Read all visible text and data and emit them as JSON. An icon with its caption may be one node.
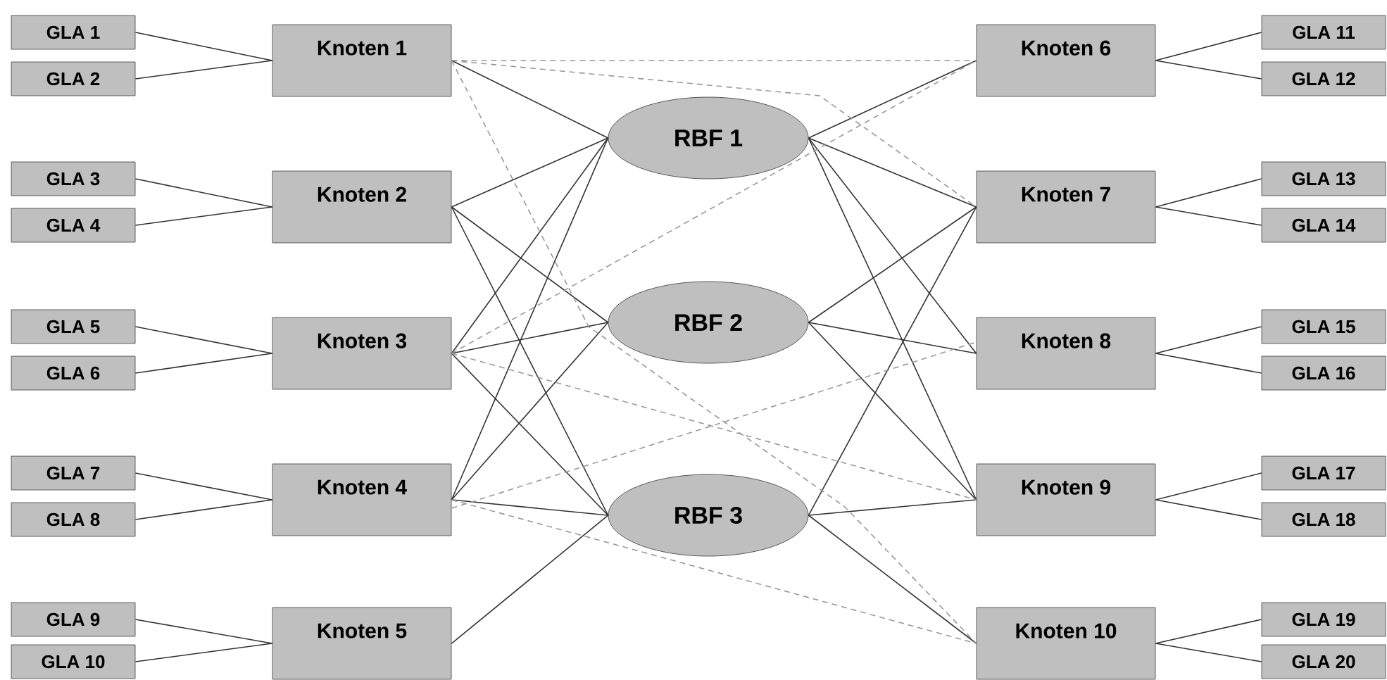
{
  "diagram": {
    "nodes": [
      {
        "text": [
          "GLA 1"
        ]
      },
      {
        "text": [
          "GLA 2"
        ]
      },
      {
        "text": [
          "GLA 3"
        ]
      },
      {
        "text": [
          "GLA 4"
        ]
      },
      {
        "text": [
          "GLA 5"
        ]
      },
      {
        "text": [
          "GLA 6"
        ]
      },
      {
        "text": [
          "GLA 7"
        ]
      },
      {
        "text": [
          "GLA 8"
        ]
      },
      {
        "text": [
          "GLA 9"
        ]
      },
      {
        "text": [
          "GLA 10"
        ]
      },
      {
        "text": [
          "Knoten 1"
        ]
      },
      {
        "text": [
          "Knoten 2"
        ]
      },
      {
        "text": [
          "Knoten 3"
        ]
      },
      {
        "text": [
          "Knoten 4"
        ]
      },
      {
        "text": [
          "Knoten 5"
        ]
      },
      {
        "text": [
          "RBF 1"
        ]
      },
      {
        "text": [
          "RBF 2"
        ]
      },
      {
        "text": [
          "RBF 3"
        ]
      },
      {
        "text": [
          "Knoten 6"
        ]
      },
      {
        "text": [
          "Knoten 7"
        ]
      },
      {
        "text": [
          "Knoten 8"
        ]
      },
      {
        "text": [
          "Knoten 9"
        ]
      },
      {
        "text": [
          "Knoten 10"
        ]
      },
      {
        "text": [
          "GLA 11"
        ]
      },
      {
        "text": [
          "GLA 12"
        ]
      },
      {
        "text": [
          "GLA 13"
        ]
      },
      {
        "text": [
          "GLA 14"
        ]
      },
      {
        "text": [
          "GLA 15"
        ]
      },
      {
        "text": [
          "GLA 16"
        ]
      },
      {
        "text": [
          "GLA 17"
        ]
      },
      {
        "text": [
          "GLA 18"
        ]
      },
      {
        "text": [
          "GLA 19"
        ]
      },
      {
        "text": [
          "GLA 20"
        ]
      }
    ],
    "edges": [
      {
        "from": 0,
        "to": 10,
        "arrow": "none"
      },
      {
        "from": 1,
        "to": 10,
        "arrow": "none"
      },
      {
        "from": 2,
        "to": 11,
        "arrow": "none"
      },
      {
        "from": 3,
        "to": 11,
        "arrow": "none"
      },
      {
        "from": 4,
        "to": 12,
        "arrow": "none"
      },
      {
        "from": 5,
        "to": 12,
        "arrow": "none"
      },
      {
        "from": 6,
        "to": 13,
        "arrow": "none"
      },
      {
        "from": 7,
        "to": 13,
        "arrow": "none"
      },
      {
        "from": 8,
        "to": 14,
        "arrow": "none"
      },
      {
        "from": 9,
        "to": 14,
        "arrow": "none"
      },
      {
        "from": 10,
        "to": 15,
        "arrow": "none"
      },
      {
        "from": 11,
        "to": 15,
        "arrow": "none"
      },
      {
        "from": 11,
        "to": 16,
        "arrow": "none"
      },
      {
        "from": 11,
        "to": 17,
        "arrow": "none"
      },
      {
        "from": 12,
        "to": 15,
        "arrow": "none"
      },
      {
        "from": 12,
        "to": 16,
        "arrow": "none"
      },
      {
        "from": 12,
        "to": 17,
        "arrow": "none"
      },
      {
        "from": 13,
        "to": 15,
        "arrow": "none"
      },
      {
        "from": 13,
        "to": 16,
        "arrow": "none"
      },
      {
        "from": 13,
        "to": 17,
        "arrow": "none"
      },
      {
        "from": 14,
        "to": 17,
        "arrow": "none"
      },
      {
        "from": 15,
        "to": 18,
        "arrow": "none"
      },
      {
        "from": 15,
        "to": 19,
        "arrow": "none"
      },
      {
        "from": 15,
        "to": 20,
        "arrow": "none"
      },
      {
        "from": 15,
        "to": 21,
        "arrow": "none"
      },
      {
        "from": 16,
        "to": 19,
        "arrow": "none"
      },
      {
        "from": 16,
        "to": 20,
        "arrow": "none"
      },
      {
        "from": 16,
        "to": 21,
        "arrow": "none"
      },
      {
        "from": 17,
        "to": 19,
        "arrow": "none"
      },
      {
        "from": 17,
        "to": 21,
        "arrow": "none"
      },
      {
        "from": 17,
        "to": 22,
        "arrow": "none"
      },
      {
        "from": 10,
        "to": 18,
        "arrow": "none",
        "style": "dashed",
        "color": "#999999"
      },
      {
        "from": 10,
        "to": 19,
        "arrow": "none",
        "style": "dashed",
        "color": "#999999"
      },
      {
        "from": 10,
        "to": 22,
        "arrow": "none",
        "style": "dashed",
        "color": "#999999"
      },
      {
        "from": 12,
        "to": 18,
        "arrow": "none",
        "style": "dashed",
        "color": "#999999"
      },
      {
        "from": 12,
        "to": 21,
        "arrow": "none",
        "style": "dashed",
        "color": "#999999"
      },
      {
        "from": 13,
        "to": 20,
        "arrow": "none",
        "style": "dashed",
        "color": "#999999"
      },
      {
        "from": 13,
        "to": 22,
        "arrow": "none",
        "style": "dashed",
        "color": "#999999"
      },
      {
        "from": 18,
        "to": 23,
        "arrow": "none"
      },
      {
        "from": 18,
        "to": 24,
        "arrow": "none"
      },
      {
        "from": 19,
        "to": 25,
        "arrow": "none"
      },
      {
        "from": 19,
        "to": 26,
        "arrow": "none"
      },
      {
        "from": 20,
        "to": 27,
        "arrow": "none"
      },
      {
        "from": 20,
        "to": 28,
        "arrow": "none"
      },
      {
        "from": 21,
        "to": 29,
        "arrow": "none"
      },
      {
        "from": 21,
        "to": 30,
        "arrow": "none"
      },
      {
        "from": 22,
        "to": 31,
        "arrow": "none"
      },
      {
        "from": 22,
        "to": 32,
        "arrow": "none"
      }
    ]
  }
}
